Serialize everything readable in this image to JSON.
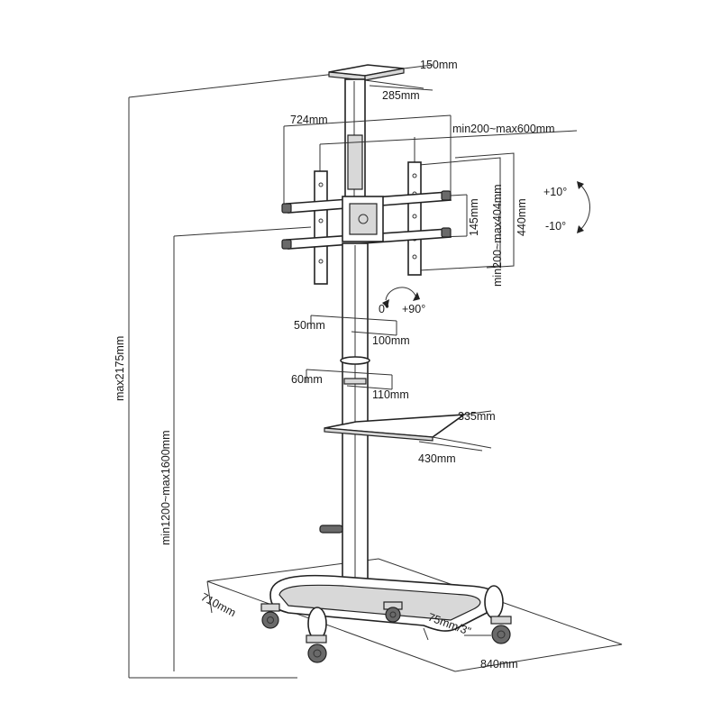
{
  "dimensions": {
    "top_plate_depth": "150mm",
    "top_plate_width": "285mm",
    "arm_width": "724mm",
    "vesa_horizontal": "min200~max600mm",
    "vesa_vertical": "min200~max404mm",
    "bracket_height": "440mm",
    "arm_spacing": "145mm",
    "tilt_up": "+10°",
    "tilt_down": "-10°",
    "rotation_start": "0°",
    "rotation_end": "+90°",
    "upper_ring_a": "50mm",
    "upper_ring_b": "100mm",
    "lower_ring_a": "60mm",
    "lower_ring_b": "110mm",
    "shelf_depth": "335mm",
    "shelf_width": "430mm",
    "total_height": "max2175mm",
    "mount_height": "min1200~max1600mm",
    "base_depth": "710mm",
    "base_width": "840mm",
    "caster_size": "75mm/3\""
  }
}
